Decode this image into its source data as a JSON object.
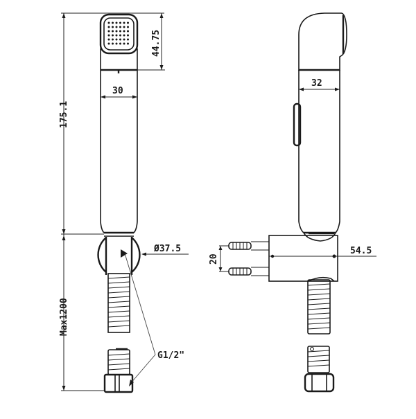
{
  "drawing": {
    "title": "Handheld bidet sprayer dimension drawing",
    "line_color": "#1a1a1a",
    "background": "#ffffff",
    "front_view": {
      "dimensions": {
        "head_height": "44.75",
        "handle_width": "30",
        "overall_sprayer_height": "175.1",
        "holder_diameter": "Ø37.5",
        "hose_length": "Max1200",
        "thread_spec": "G1/2\""
      }
    },
    "side_view": {
      "dimensions": {
        "handle_depth": "32",
        "holder_projection": "54.5",
        "screw_spacing": "20"
      }
    }
  }
}
